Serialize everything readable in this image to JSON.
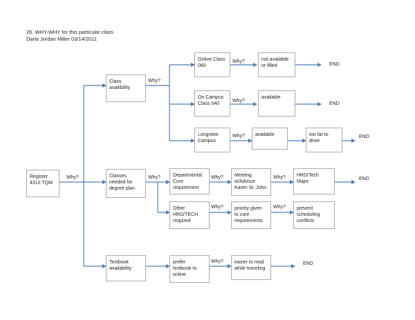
{
  "header": {
    "title": "26.  WHY-WHY for this particular class",
    "author_line": "Darla Jordan Miller  03/14/2011"
  },
  "colors": {
    "arrow": "#4a7ebb",
    "box_border": "#aaaaaa"
  },
  "boxes": {
    "register": "Register\n4310 TQM",
    "class_availability": "Class\navailibility",
    "classes_needed": "Classes\nneeded for\ndegree plan",
    "textbook_availability": "Textbook\navailability",
    "online_class": "Online Class\n060",
    "not_available": "not available\nor filled",
    "on_campus": "On Campus\nClass 040",
    "available_1": "available",
    "longview": "Longview\nCampus",
    "available_2": "available",
    "too_far": "too far to\ndrive",
    "departmental": "Departmental\nCore\nrequirement",
    "meeting": "Meeting\nw/Advisor\nKaren St. John",
    "hrd_major": "HRD/Tech\nMajor",
    "other_hrd": "Other\nHRD/TECH\nrequired",
    "priority": "priority given\nto core\nrequirements",
    "prevent": "prevent\nscheduling\nconflicts",
    "prefer_textbook": "prefer\ntextbook to\nonline",
    "easier": "easier to read\nwhile traveling"
  },
  "labels": {
    "why_register": "Why?",
    "why_class_avail": "Why?",
    "why_online": "Why?",
    "why_on_campus": "Why?",
    "why_longview": "Why?",
    "why_classes_needed": "Why?",
    "why_departmental": "Why?",
    "why_meeting": "Why?",
    "why_other": "Why?",
    "why_priority": "Why?",
    "why_textbook": "Why?",
    "end_1": "END",
    "end_2": "END",
    "end_3": "END",
    "end_4": "END",
    "end_5": "END"
  }
}
